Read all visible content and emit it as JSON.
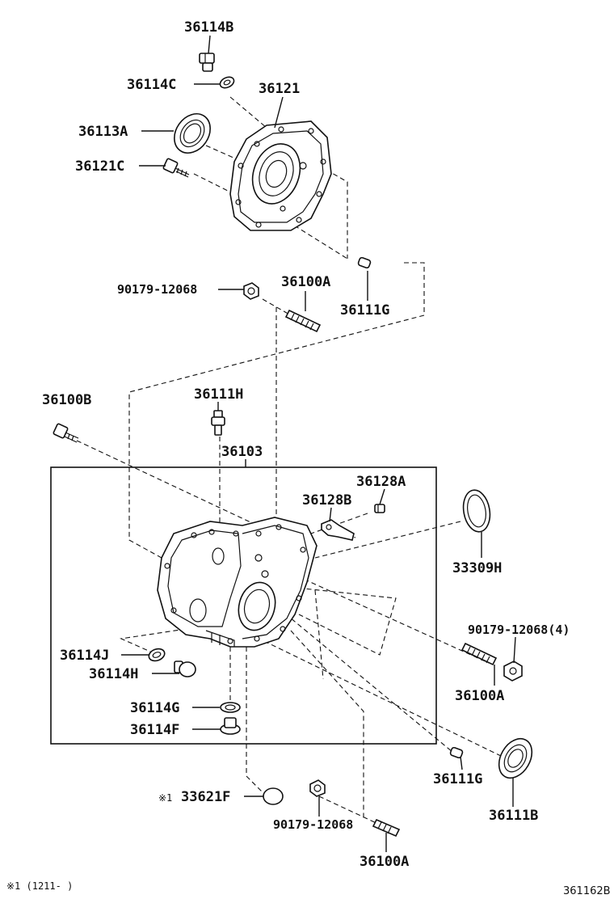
{
  "labels": {
    "l_36114B": "36114B",
    "l_36114C": "36114C",
    "l_36121": "36121",
    "l_36113A": "36113A",
    "l_36121C": "36121C",
    "l_90179_top": "90179-12068",
    "l_36100A_top": "36100A",
    "l_36111G_top": "36111G",
    "l_36100B": "36100B",
    "l_36111H": "36111H",
    "l_36103": "36103",
    "l_36128A": "36128A",
    "l_36128B": "36128B",
    "l_33309H": "33309H",
    "l_90179_4": "90179-12068(4)",
    "l_36100A_right": "36100A",
    "l_36114J": "36114J",
    "l_36114H": "36114H",
    "l_36114G": "36114G",
    "l_36114F": "36114F",
    "l_36111G_bottom": "36111G",
    "l_36111B": "36111B",
    "l_note_mark": "※1",
    "l_33621F": "33621F",
    "l_90179_bottom": "90179-12068",
    "l_36100A_bottom": "36100A"
  },
  "footnote": "※1 (1211-    )",
  "diagram_code": "361162B"
}
